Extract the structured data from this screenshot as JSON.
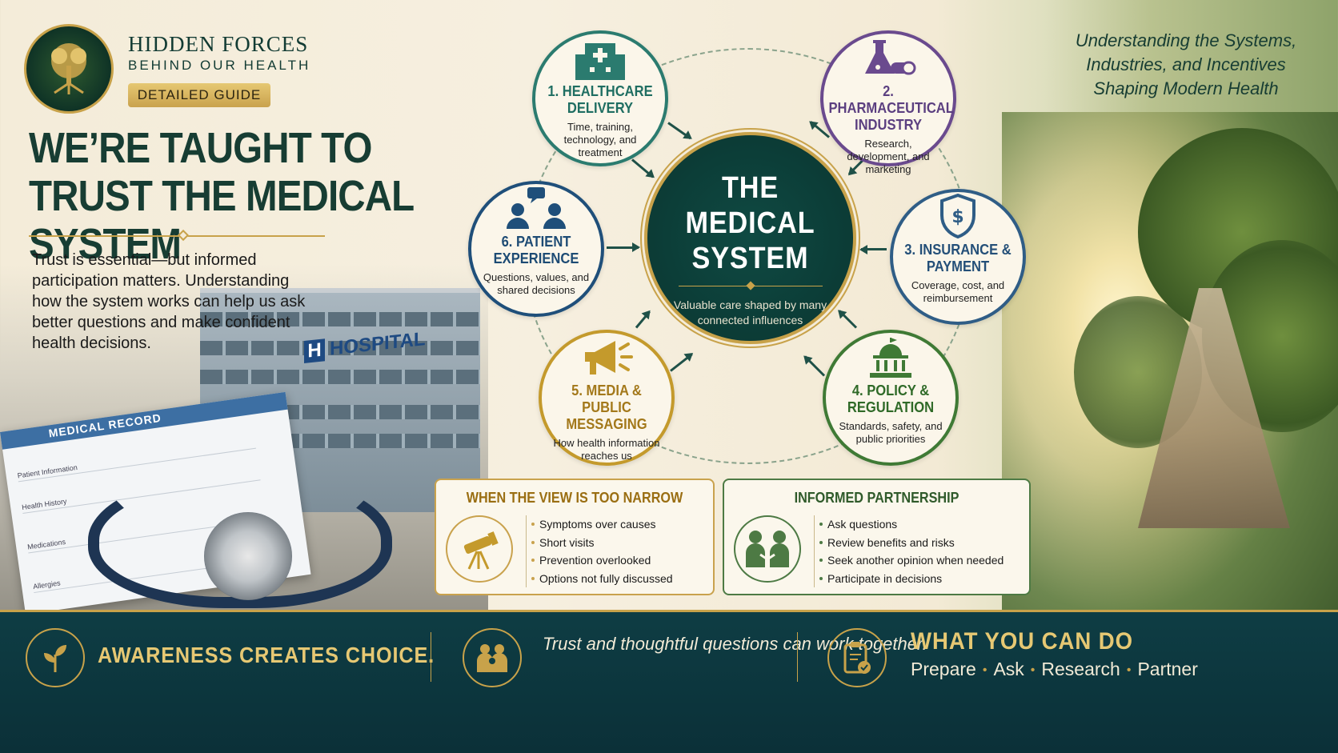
{
  "brand": {
    "line1": "HIDDEN FORCES",
    "line2": "BEHIND OUR HEALTH",
    "badge": "DETAILED GUIDE"
  },
  "headline": "WE’RE TAUGHT TO TRUST THE MEDICAL SYSTEM",
  "intro": "Trust is essential—but informed participation matters. Understanding how the system works can help us ask better questions and make confident health decisions.",
  "subtitle": "Understanding the Systems, Industries, and Incentives Shaping Modern Health",
  "scene": {
    "hospital_sign_letter": "H",
    "hospital_sign": "HOSPITAL",
    "clipboard_title": "MEDICAL RECORD",
    "clipboard_lines": [
      "Patient Information",
      "Health History",
      "Medications",
      "Allergies"
    ]
  },
  "hub": {
    "title_line1": "THE",
    "title_line2": "MEDICAL",
    "title_line3": "SYSTEM",
    "description": "Valuable care shaped by many connected influences"
  },
  "nodes": [
    {
      "title": "1. HEALTHCARE DELIVERY",
      "desc": "Time, training, technology, and treatment",
      "icon": "hospital-icon",
      "color": "#2b7b6f"
    },
    {
      "title": "2. PHARMACEUTICAL INDUSTRY",
      "desc": "Research, development, and marketing",
      "icon": "flask-pill-icon",
      "color": "#6a4a8e"
    },
    {
      "title": "3. INSURANCE & PAYMENT",
      "desc": "Coverage, cost, and reimbursement",
      "icon": "shield-dollar-icon",
      "color": "#2f5d86"
    },
    {
      "title": "4. POLICY & REGULATION",
      "desc": "Standards, safety, and public priorities",
      "icon": "capitol-icon",
      "color": "#3f7a35"
    },
    {
      "title": "5. MEDIA & PUBLIC MESSAGING",
      "desc": "How health information reaches us",
      "icon": "megaphone-icon",
      "color": "#c49a2c"
    },
    {
      "title": "6. PATIENT EXPERIENCE",
      "desc": "Questions, values, and shared decisions",
      "icon": "people-chat-icon",
      "color": "#1f4f7a"
    }
  ],
  "narrow_box": {
    "title": "WHEN THE VIEW IS TOO NARROW",
    "items": [
      "Symptoms over causes",
      "Short visits",
      "Prevention overlooked",
      "Options not fully discussed"
    ],
    "icon": "telescope-icon"
  },
  "partner_box": {
    "title": "INFORMED PARTNERSHIP",
    "items": [
      "Ask questions",
      "Review benefits and risks",
      "Seek another opinion when needed",
      "Participate in decisions"
    ],
    "icon": "handshake-icon"
  },
  "footer": {
    "awareness": "AWARENESS CREATES CHOICE.",
    "trust": "Trust and thoughtful questions can work together.",
    "what_title": "WHAT YOU CAN DO",
    "actions": [
      "Prepare",
      "Ask",
      "Research",
      "Partner"
    ],
    "icons": [
      "leaf-icon",
      "family-icon",
      "clipboard-check-icon"
    ]
  },
  "colors": {
    "primary": "#173d33",
    "gold": "#c8a24a",
    "hub": "#0f4a43",
    "footer": "#0e3d44"
  }
}
